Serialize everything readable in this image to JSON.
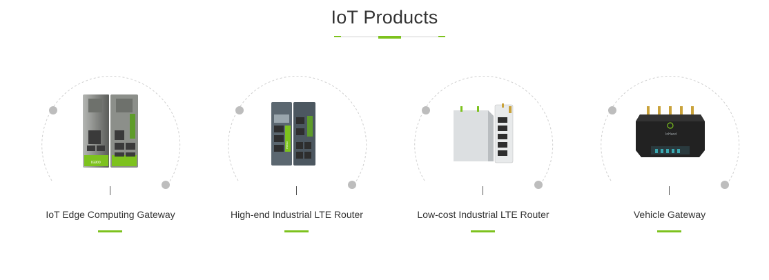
{
  "header": {
    "title": "IoT Products"
  },
  "colors": {
    "accent": "#7dc21e",
    "text": "#333333",
    "arc": "#cfcfcf",
    "dot": "#bdbdbd"
  },
  "products": [
    {
      "label": "IoT Edge Computing Gateway",
      "image_icon": "edge-gateway-device-icon",
      "device_text": "IG900"
    },
    {
      "label": "High-end Industrial LTE Router",
      "image_icon": "industrial-router-device-icon",
      "device_text": "IR900"
    },
    {
      "label": "Low-cost Industrial LTE Router",
      "image_icon": "lowcost-router-device-icon"
    },
    {
      "label": "Vehicle Gateway",
      "image_icon": "vehicle-gateway-device-icon",
      "device_text": "InHand"
    }
  ]
}
